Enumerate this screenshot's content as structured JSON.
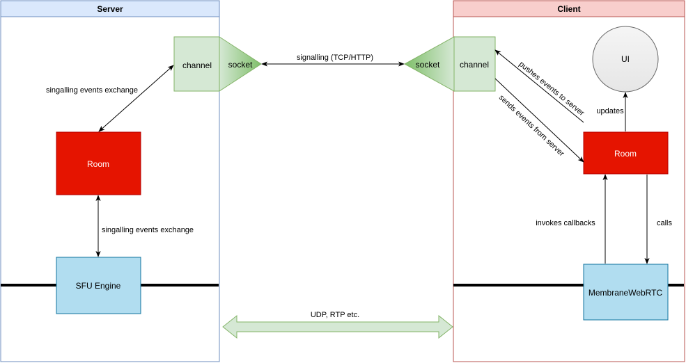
{
  "server": {
    "title": "Server",
    "channel": "channel",
    "socket": "socket",
    "room": "Room",
    "sfu": "SFU Engine",
    "edge_channel_room": "singalling events exchange",
    "edge_room_sfu": "singalling events exchange"
  },
  "client": {
    "title": "Client",
    "channel": "channel",
    "socket": "socket",
    "room": "Room",
    "ui": "UI",
    "webrtc": "MembraneWebRTC",
    "edge_push": "pushes events to server",
    "edge_send": "sends events from server",
    "edge_updates": "updates",
    "edge_callbacks": "invokes callbacks",
    "edge_calls": "calls"
  },
  "links": {
    "signalling": "signalling (TCP/HTTP)",
    "media": "UDP, RTP etc."
  },
  "colors": {
    "server_header": "#dae8fc",
    "server_border": "#6c8ebf",
    "client_header": "#f8cecc",
    "client_border": "#b85450",
    "channel_fill": "#d5e8d4",
    "channel_border": "#82b366",
    "room_fill": "#e51400",
    "room_border": "#b20000",
    "sfu_fill": "#b1ddf0",
    "sfu_border": "#10739e",
    "ui_fill": "#f5f5f5",
    "ui_border": "#666666"
  }
}
